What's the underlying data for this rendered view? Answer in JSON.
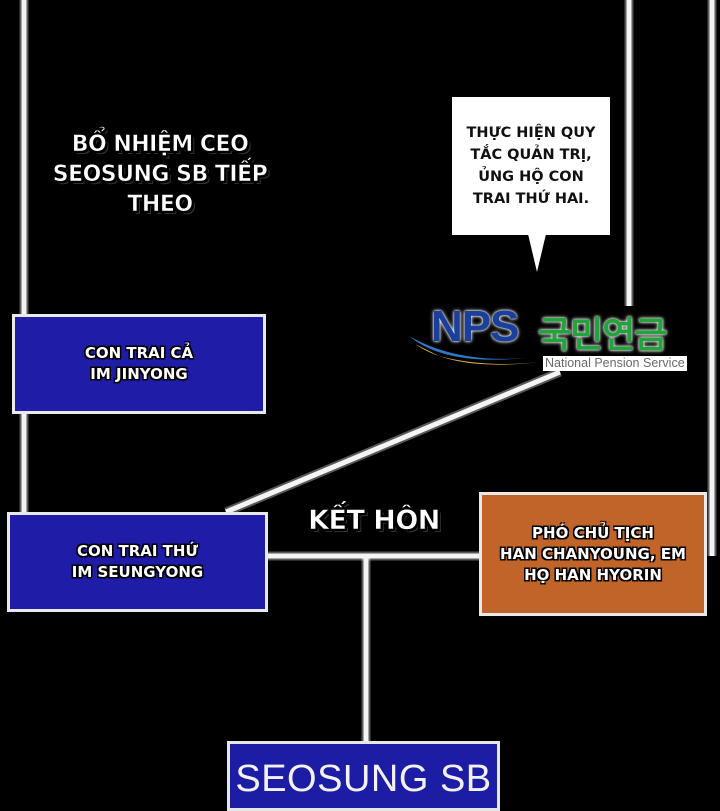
{
  "captions": {
    "appoint_line1": "BỔ NHIỆM CEO",
    "appoint_line2": "SEOSUNG SB TIẾP THEO",
    "marriage": "KẾT HÔN"
  },
  "speech_bubble": {
    "text": "THỰC HIỆN QUY\nTẮC QUẢN TRỊ,\nỦNG HỘ CON\nTRAI THỨ HAI."
  },
  "nps_logo": {
    "letters": "NPS",
    "korean": "국민연금",
    "subtitle": "National Pension Service"
  },
  "nodes": {
    "eldest_son": "CON TRAI CẢ\nIM JINYONG",
    "second_son": "CON TRAI THỨ\nIM SEUNGYONG",
    "vice_chairman": "PHÓ CHỦ TỊCH\nHAN CHANYOUNG, EM\nHỌ HAN HYORIN",
    "company": "SEOSUNG SB"
  },
  "colors": {
    "background": "#000000",
    "line": "#f4f4f4",
    "blue_box": "#1f1ca8",
    "orange_box": "#c0642a",
    "nps_blue": "#1a3f9c",
    "nps_green": "#23a33b"
  }
}
